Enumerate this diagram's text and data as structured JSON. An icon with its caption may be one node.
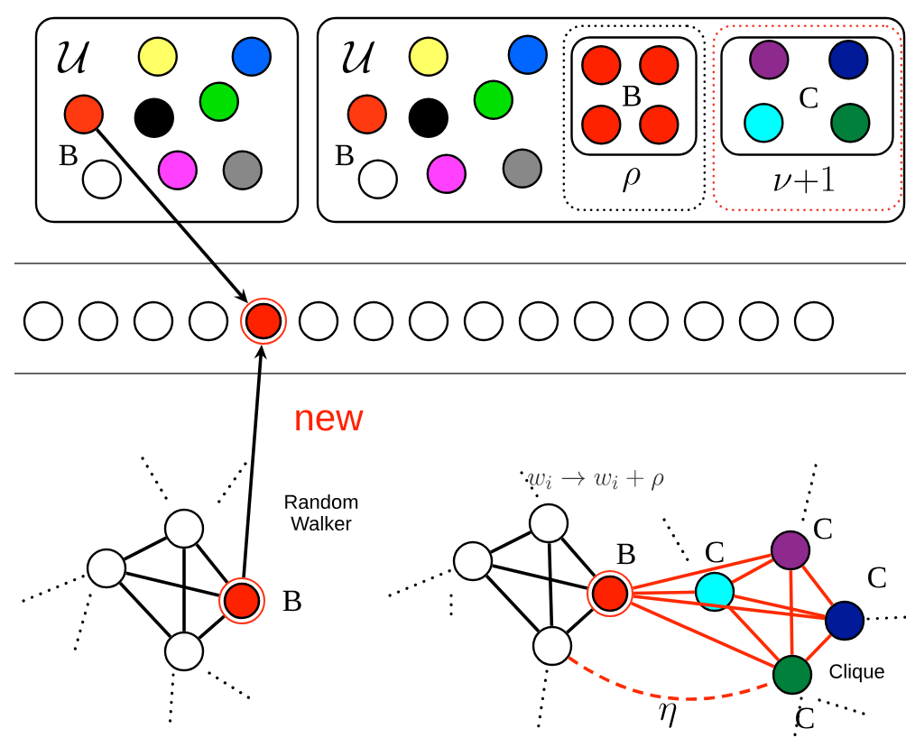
{
  "diagram": {
    "nodes": [
      {
        "text": [
          "\\mathcal{U}"
        ]
      },
      {
        "text": [],
        "shape": "circle",
        "in": 0
      },
      {
        "text": [],
        "shape": "circle",
        "in": 0
      },
      {
        "text": [],
        "shape": "circle",
        "in": 0,
        "beside": [
          "B"
        ]
      },
      {
        "text": [],
        "shape": "circle",
        "in": 0
      },
      {
        "text": [],
        "shape": "circle",
        "in": 0
      },
      {
        "text": [],
        "shape": "circle",
        "in": 0
      },
      {
        "text": [],
        "shape": "circle",
        "in": 0
      },
      {
        "text": [],
        "shape": "circle",
        "in": 0
      },
      {
        "text": [
          "\\mathcal{U}"
        ]
      },
      {
        "text": [],
        "shape": "circle",
        "in": 9
      },
      {
        "text": [],
        "shape": "circle",
        "in": 9
      },
      {
        "text": [],
        "shape": "circle",
        "in": 9,
        "beside": [
          "B"
        ]
      },
      {
        "text": [],
        "shape": "circle",
        "in": 9
      },
      {
        "text": [],
        "shape": "circle",
        "in": 9
      },
      {
        "text": [],
        "shape": "circle",
        "in": 9
      },
      {
        "text": [],
        "shape": "circle",
        "in": 9
      },
      {
        "text": [],
        "shape": "circle",
        "in": 9
      },
      {
        "text": [
          "\\rho"
        ],
        "in": 9
      },
      {
        "text": [
          "B"
        ],
        "in": 18
      },
      {
        "text": [],
        "shape": "circle",
        "in": 19
      },
      {
        "text": [],
        "shape": "circle",
        "in": 19
      },
      {
        "text": [],
        "shape": "circle",
        "in": 19
      },
      {
        "text": [],
        "shape": "circle",
        "in": 19
      },
      {
        "text": [
          "\\nu{+}1"
        ],
        "in": 9
      },
      {
        "text": [
          "C"
        ],
        "in": 24
      },
      {
        "text": [],
        "shape": "circle",
        "in": 25
      },
      {
        "text": [],
        "shape": "circle",
        "in": 25
      },
      {
        "text": [],
        "shape": "circle",
        "in": 25
      },
      {
        "text": [],
        "shape": "circle",
        "in": 25
      },
      {
        "text": [],
        "shape": "circle"
      },
      {
        "text": [],
        "shape": "circle"
      },
      {
        "text": [],
        "shape": "circle"
      },
      {
        "text": [],
        "shape": "circle"
      },
      {
        "text": [],
        "shape": "circle",
        "beside": [
          "new"
        ]
      },
      {
        "text": [],
        "shape": "circle"
      },
      {
        "text": [],
        "shape": "circle"
      },
      {
        "text": [],
        "shape": "circle"
      },
      {
        "text": [],
        "shape": "circle"
      },
      {
        "text": [],
        "shape": "circle"
      },
      {
        "text": [],
        "shape": "circle"
      },
      {
        "text": [],
        "shape": "circle"
      },
      {
        "text": [],
        "shape": "circle"
      },
      {
        "text": [],
        "shape": "circle"
      },
      {
        "text": [],
        "shape": "circle"
      },
      {
        "text": [],
        "shape": "circle"
      },
      {
        "text": [],
        "shape": "circle"
      },
      {
        "text": [],
        "shape": "circle",
        "beside": [
          "B",
          "Random Walker"
        ]
      },
      {
        "text": [],
        "shape": "circle"
      },
      {
        "text": [],
        "shape": "circle"
      },
      {
        "text": [],
        "shape": "circle",
        "beside": [
          "C"
        ]
      },
      {
        "text": [],
        "shape": "circle"
      },
      {
        "text": [],
        "shape": "circle",
        "beside": [
          "C"
        ]
      },
      {
        "text": [],
        "shape": "circle",
        "beside": [
          "B"
        ]
      },
      {
        "text": [],
        "shape": "circle",
        "beside": [
          "C"
        ]
      },
      {
        "text": [],
        "shape": "circle"
      },
      {
        "text": [],
        "shape": "circle",
        "beside": [
          "C",
          "Clique"
        ]
      }
    ],
    "edges": [
      {
        "from": 3,
        "to": 34,
        "arrow": "to"
      },
      {
        "from": 47,
        "to": 34,
        "arrow": "to"
      },
      {
        "from": 46,
        "to": 45,
        "arrow": "none"
      },
      {
        "from": 46,
        "to": 47,
        "arrow": "none"
      },
      {
        "from": 46,
        "to": 48,
        "arrow": "none"
      },
      {
        "from": 45,
        "to": 47,
        "arrow": "none"
      },
      {
        "from": 45,
        "to": 48,
        "arrow": "none"
      },
      {
        "from": 48,
        "to": 47,
        "arrow": "none"
      },
      {
        "from": 51,
        "to": 49,
        "arrow": "none"
      },
      {
        "from": 51,
        "to": 53,
        "arrow": "none"
      },
      {
        "from": 51,
        "to": 55,
        "arrow": "none"
      },
      {
        "from": 49,
        "to": 53,
        "arrow": "none"
      },
      {
        "from": 49,
        "to": 55,
        "arrow": "none"
      },
      {
        "from": 55,
        "to": 53,
        "arrow": "none"
      },
      {
        "from": 53,
        "to": 52,
        "arrow": "none",
        "color": "#ff2a00"
      },
      {
        "from": 53,
        "to": 50,
        "arrow": "none",
        "color": "#ff2a00"
      },
      {
        "from": 53,
        "to": 54,
        "arrow": "none",
        "color": "#ff2a00"
      },
      {
        "from": 53,
        "to": 56,
        "arrow": "none",
        "color": "#ff2a00"
      },
      {
        "from": 52,
        "to": 50,
        "arrow": "none",
        "color": "#ff2a00"
      },
      {
        "from": 52,
        "to": 54,
        "arrow": "none",
        "color": "#ff2a00"
      },
      {
        "from": 52,
        "to": 56,
        "arrow": "none",
        "color": "#ff2a00"
      },
      {
        "from": 50,
        "to": 54,
        "arrow": "none",
        "color": "#ff2a00"
      },
      {
        "from": 50,
        "to": 56,
        "arrow": "none",
        "color": "#ff2a00"
      },
      {
        "from": 54,
        "to": 56,
        "arrow": "none",
        "color": "#ff2a00"
      },
      {
        "from": 55,
        "to": 56,
        "arrow": "none",
        "style": "dashed",
        "color": "#ff2a00",
        "label": "\\eta"
      }
    ],
    "labels": [
      "w_i \\to w_i + \\rho"
    ]
  }
}
